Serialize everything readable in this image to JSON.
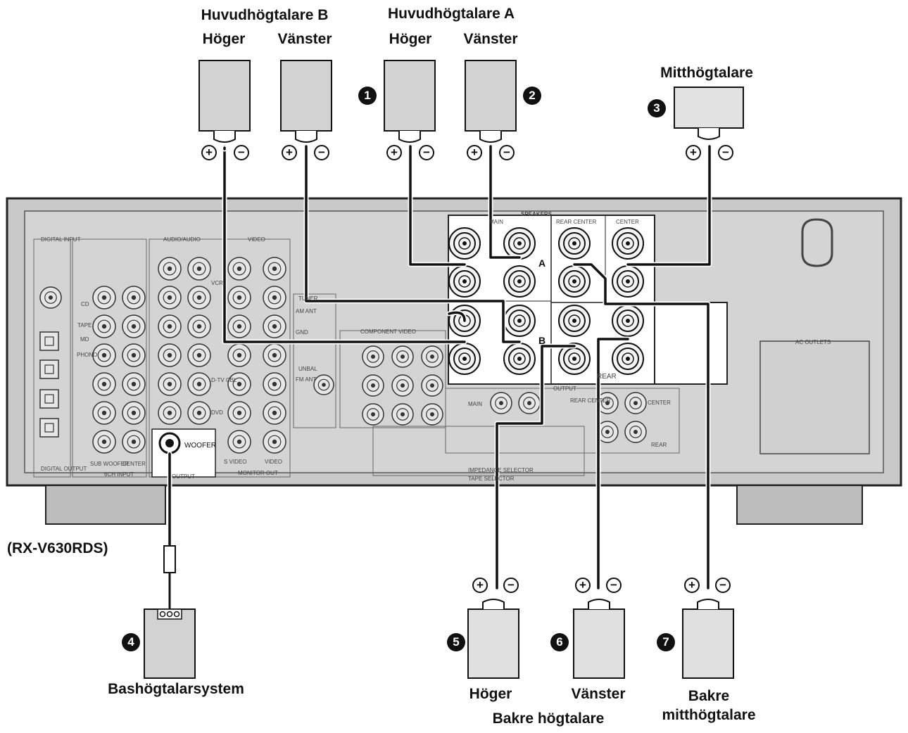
{
  "labels": {
    "main_b": "Huvudhögtalare B",
    "main_a": "Huvudhögtalare A",
    "right": "Höger",
    "left": "Vänster",
    "center": "Mitthögtalare",
    "model": "(RX-V630RDS)",
    "subwoofer": "Bashögtalarsystem",
    "rear_speakers": "Bakre högtalare",
    "rear_center_line1": "Bakre",
    "rear_center_line2": "mitthögtalare"
  },
  "numbers": [
    "1",
    "2",
    "3",
    "4",
    "5",
    "6",
    "7"
  ],
  "polarity": {
    "plus": "+",
    "minus": "−"
  },
  "panel": {
    "speakers": "SPEAKERS",
    "main": "MAIN",
    "rear_center": "REAR CENTER",
    "center": "CENTER",
    "a": "A",
    "b": "B",
    "rear": "REAR",
    "sub_woofer": "SUB WOOFER",
    "output": "OUTPUT",
    "audio_audio": "AUDIO/AUDIO",
    "video": "VIDEO",
    "digital_input": "DIGITAL INPUT",
    "digital_output": "DIGITAL OUTPUT",
    "ch6_input": "6CH INPUT",
    "monitor_out": "MONITOR OUT",
    "component_video": "COMPONENT VIDEO",
    "ac_outlets": "AC OUTLETS",
    "tuner": "TUNER",
    "am_ant": "AM ANT",
    "gnd": "GND",
    "fm_ant": "FM ANT",
    "unbal": "UNBAL",
    "svideo": "S VIDEO",
    "video_lbl": "VIDEO",
    "tape_selector": "TAPE SELECTOR",
    "impedance_selector": "IMPEDANCE SELECTOR",
    "cd": "CD",
    "tape": "TAPE",
    "md": "MD",
    "phono": "PHONO",
    "dvd": "DVD",
    "dtv": "D-TV CBL",
    "vcr": "VCR",
    "main_out": "MAIN",
    "center_out": "CENTER",
    "rear_out": "REAR",
    "rear_center_out": "REAR CENTER",
    "woofer": "WOOFER"
  }
}
